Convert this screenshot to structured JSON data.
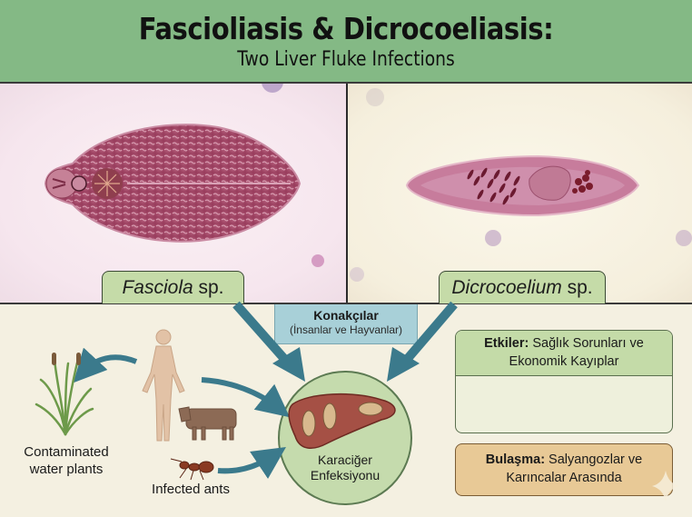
{
  "header": {
    "title": "Fascioliasis & Dicrocoeliasis:",
    "subtitle": "Two Liver Fluke Infections",
    "background_color": "#84b985"
  },
  "photos": [
    {
      "species_genus": "Fasciola",
      "species_suffix": " sp.",
      "description": "stained Fasciola fluke micrograph"
    },
    {
      "species_genus": "Dicrocoelium",
      "species_suffix": " sp.",
      "description": "stained Dicrocoelium fluke micrograph"
    }
  ],
  "hosts": {
    "title": "Konakçılar",
    "subtitle": "(İnsanlar ve Hayvanlar)"
  },
  "lifecycle": {
    "plant_label_line1": "Contaminated",
    "plant_label_line2": "water plants",
    "ant_label": "Infected ants",
    "liver_label_line1": "Karaciğer",
    "liver_label_line2": "Enfeksiyonu"
  },
  "effects": {
    "label": "Etkiler:",
    "text_line1": " Sağlık Sorunları ve",
    "text_line2": "Ekonomik Kayıplar",
    "icons": [
      "sick-person-icon",
      "coins-icon"
    ]
  },
  "transmission": {
    "label": "Bulaşma:",
    "text_line1": " Salyangozlar ve",
    "text_line2": "Karıncalar Arasında"
  },
  "colors": {
    "arrow": "#3b7a8c",
    "liver": "#a55045",
    "tag_green": "#c5dba8",
    "hosts_blue": "#a8d0d8",
    "transmission_tan": "#e8c996"
  }
}
